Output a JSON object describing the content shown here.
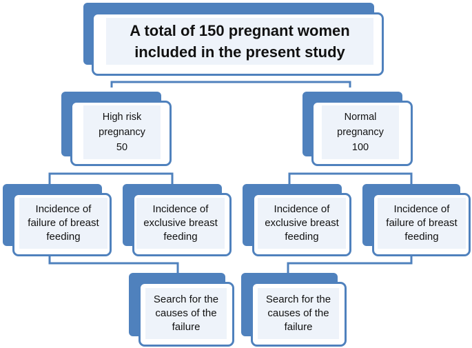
{
  "colors": {
    "box_border": "#4f81bd",
    "box_shadow": "#4f81bd",
    "text_highlight": "#eef3fa",
    "text": "#111111"
  },
  "nodes": {
    "root": {
      "text": "A total of 150 pregnant women\nincluded in the present study"
    },
    "high_risk": {
      "text": "High risk\npregnancy\n50"
    },
    "normal": {
      "text": "Normal\npregnancy\n100"
    },
    "hr_failure": {
      "text": "Incidence of\nfailure of breast\nfeeding"
    },
    "hr_exclusive": {
      "text": "Incidence of\nexclusive breast\nfeeding"
    },
    "n_exclusive": {
      "text": "Incidence of\nexclusive breast\nfeeding"
    },
    "n_failure": {
      "text": "Incidence of\nfailure of  breast\nfeeding"
    },
    "search_left": {
      "text": "Search for the\ncauses of the\nfailure"
    },
    "search_right": {
      "text": "Search for the\ncauses of the\nfailure"
    }
  }
}
